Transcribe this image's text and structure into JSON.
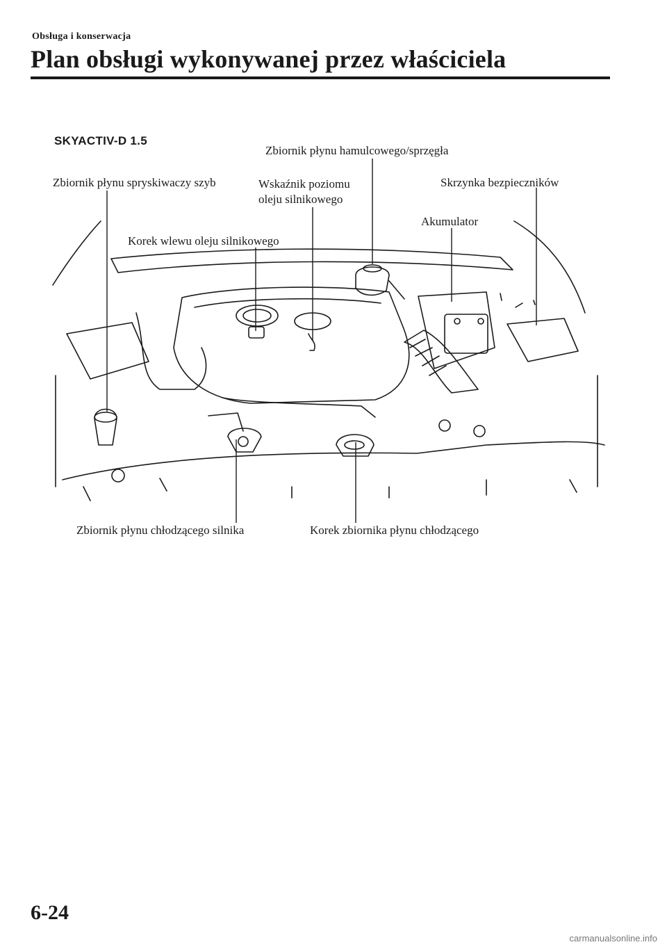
{
  "header": {
    "section": "Obsługa i konserwacja",
    "title": "Plan obsługi wykonywanej przez właściciela"
  },
  "figure": {
    "variant": "SKYACTIV-D 1.5",
    "callouts": {
      "washer_reservoir": "Zbiornik płynu spryskiwaczy szyb",
      "brake_clutch_reservoir": "Zbiornik płynu hamulcowego/sprzęgła",
      "oil_dipstick": "Wskaźnik poziomu\noleju silnikowego",
      "fuse_box": "Skrzynka bezpieczników",
      "battery": "Akumulator",
      "oil_filler_cap": "Korek wlewu oleju silnikowego",
      "coolant_reservoir": "Zbiornik płynu chłodzącego silnika",
      "coolant_cap": "Korek zbiornika płynu chłodzącego"
    }
  },
  "footer": {
    "page_number": "6-24",
    "watermark": "carmanualsonline.info"
  }
}
